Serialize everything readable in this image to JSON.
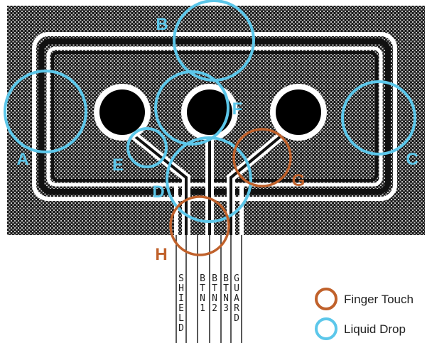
{
  "colors": {
    "finger": "#c0612b",
    "liquid": "#5cc7ea",
    "board_dark": "#1a1a1a",
    "hatch_light": "#bdbdbd",
    "trace": "#ffffff"
  },
  "markers": [
    {
      "label": "A",
      "kind": "liquid"
    },
    {
      "label": "B",
      "kind": "liquid"
    },
    {
      "label": "C",
      "kind": "liquid"
    },
    {
      "label": "D",
      "kind": "liquid"
    },
    {
      "label": "E",
      "kind": "liquid"
    },
    {
      "label": "F",
      "kind": "liquid"
    },
    {
      "label": "G",
      "kind": "finger"
    },
    {
      "label": "H",
      "kind": "finger"
    }
  ],
  "pins": [
    {
      "label": "SHIELD"
    },
    {
      "label": "BTN1"
    },
    {
      "label": "BTN2"
    },
    {
      "label": "BTN3"
    },
    {
      "label": "GUARD"
    }
  ],
  "legend": [
    {
      "label": "Finger Touch",
      "kind": "finger"
    },
    {
      "label": "Liquid Drop",
      "kind": "liquid"
    }
  ]
}
